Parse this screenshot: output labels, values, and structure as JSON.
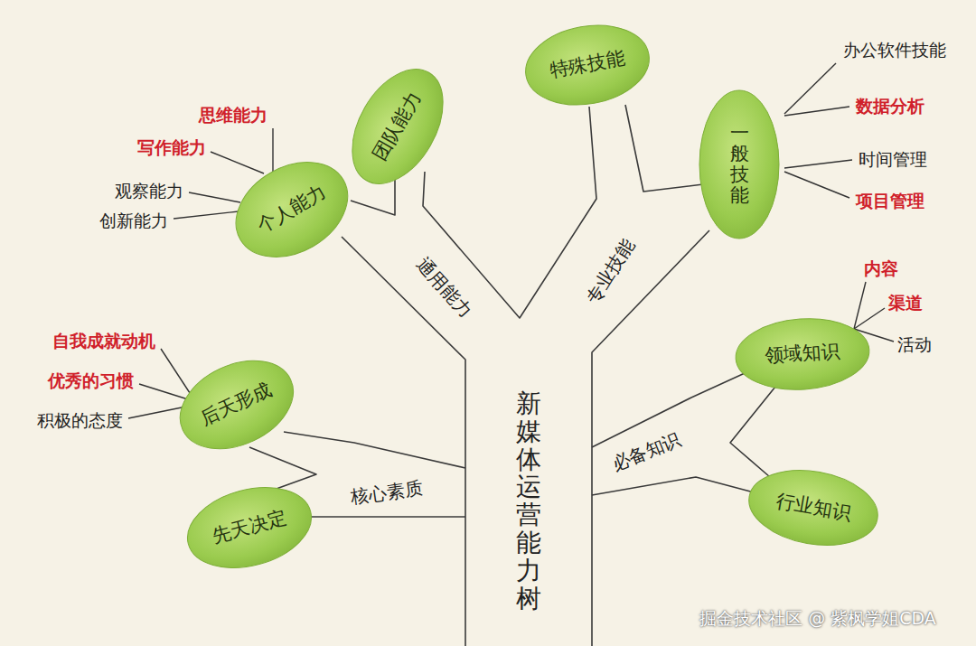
{
  "diagram": {
    "nodes": [
      {
        "text": [
          "个人能力"
        ]
      },
      {
        "text": [
          "团队能力"
        ]
      },
      {
        "text": [
          "特殊技能"
        ]
      },
      {
        "text": [
          "一般技能"
        ]
      },
      {
        "text": [
          "领域知识"
        ]
      },
      {
        "text": [
          "后天形成"
        ]
      },
      {
        "text": [
          "行业知识"
        ]
      },
      {
        "text": [
          "先天决定"
        ]
      }
    ],
    "labels": [
      "思维能力",
      "写作能力",
      "观察能力",
      "创新能力",
      "办公软件技能",
      "数据分析",
      "时间管理",
      "项目管理",
      "内容",
      "渠道",
      "活动",
      "自我成就动机",
      "优秀的习惯",
      "积极的态度",
      "通用能力",
      "专业技能",
      "核心素质",
      "必备知识",
      "新媒体运营能力树",
      "掘金技术社区 @ 紫枫学姐CDA"
    ]
  }
}
